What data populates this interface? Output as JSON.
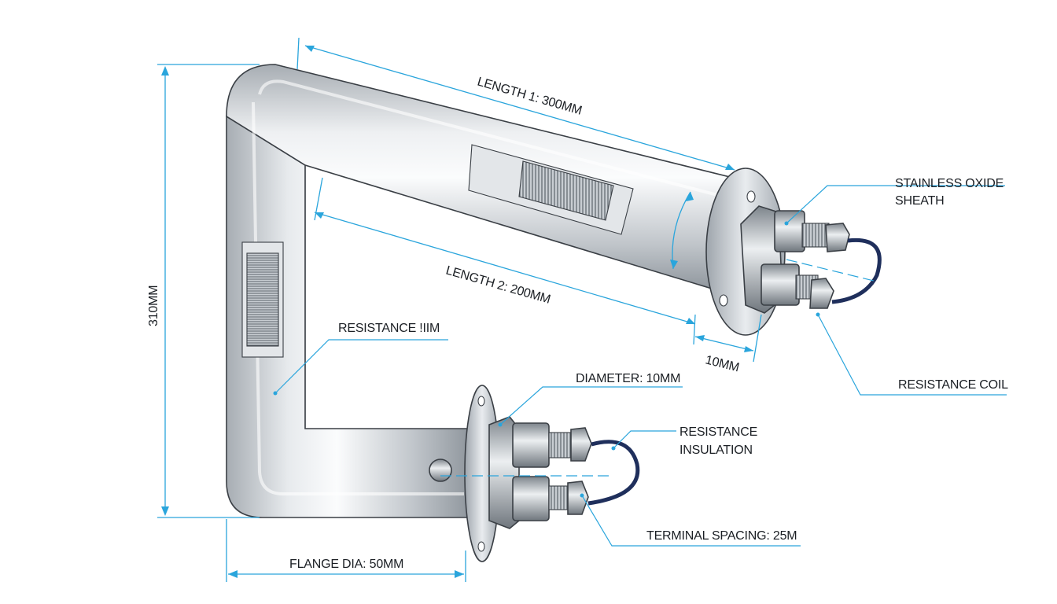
{
  "labels": {
    "length1": "LENGTH 1: 300MM",
    "length2": "LENGTH 2: 200MM",
    "height": "310MM",
    "flange_dia": "FLANGE DIA: 50MM",
    "diameter": "DIAMETER: 10MM",
    "flange_thickness": "10MM",
    "sheath_line1": "STAINLESS OXIDE",
    "sheath_line2": "SHEATH",
    "coil_left": "RESISTANCE !IIM",
    "coil_right": "RESISTANCE COIL",
    "insulation_line1": "RESISTANCE",
    "insulation_line2": "INSULATION",
    "terminal_spacing": "TERMINAL SPACING: 25M"
  },
  "colors": {
    "dimension": "#2aa5dc",
    "metal_light": "#f2f4f6",
    "metal_mid": "#c9cdd2",
    "metal_dark": "#8d949b",
    "wire": "#1f2f5c"
  }
}
